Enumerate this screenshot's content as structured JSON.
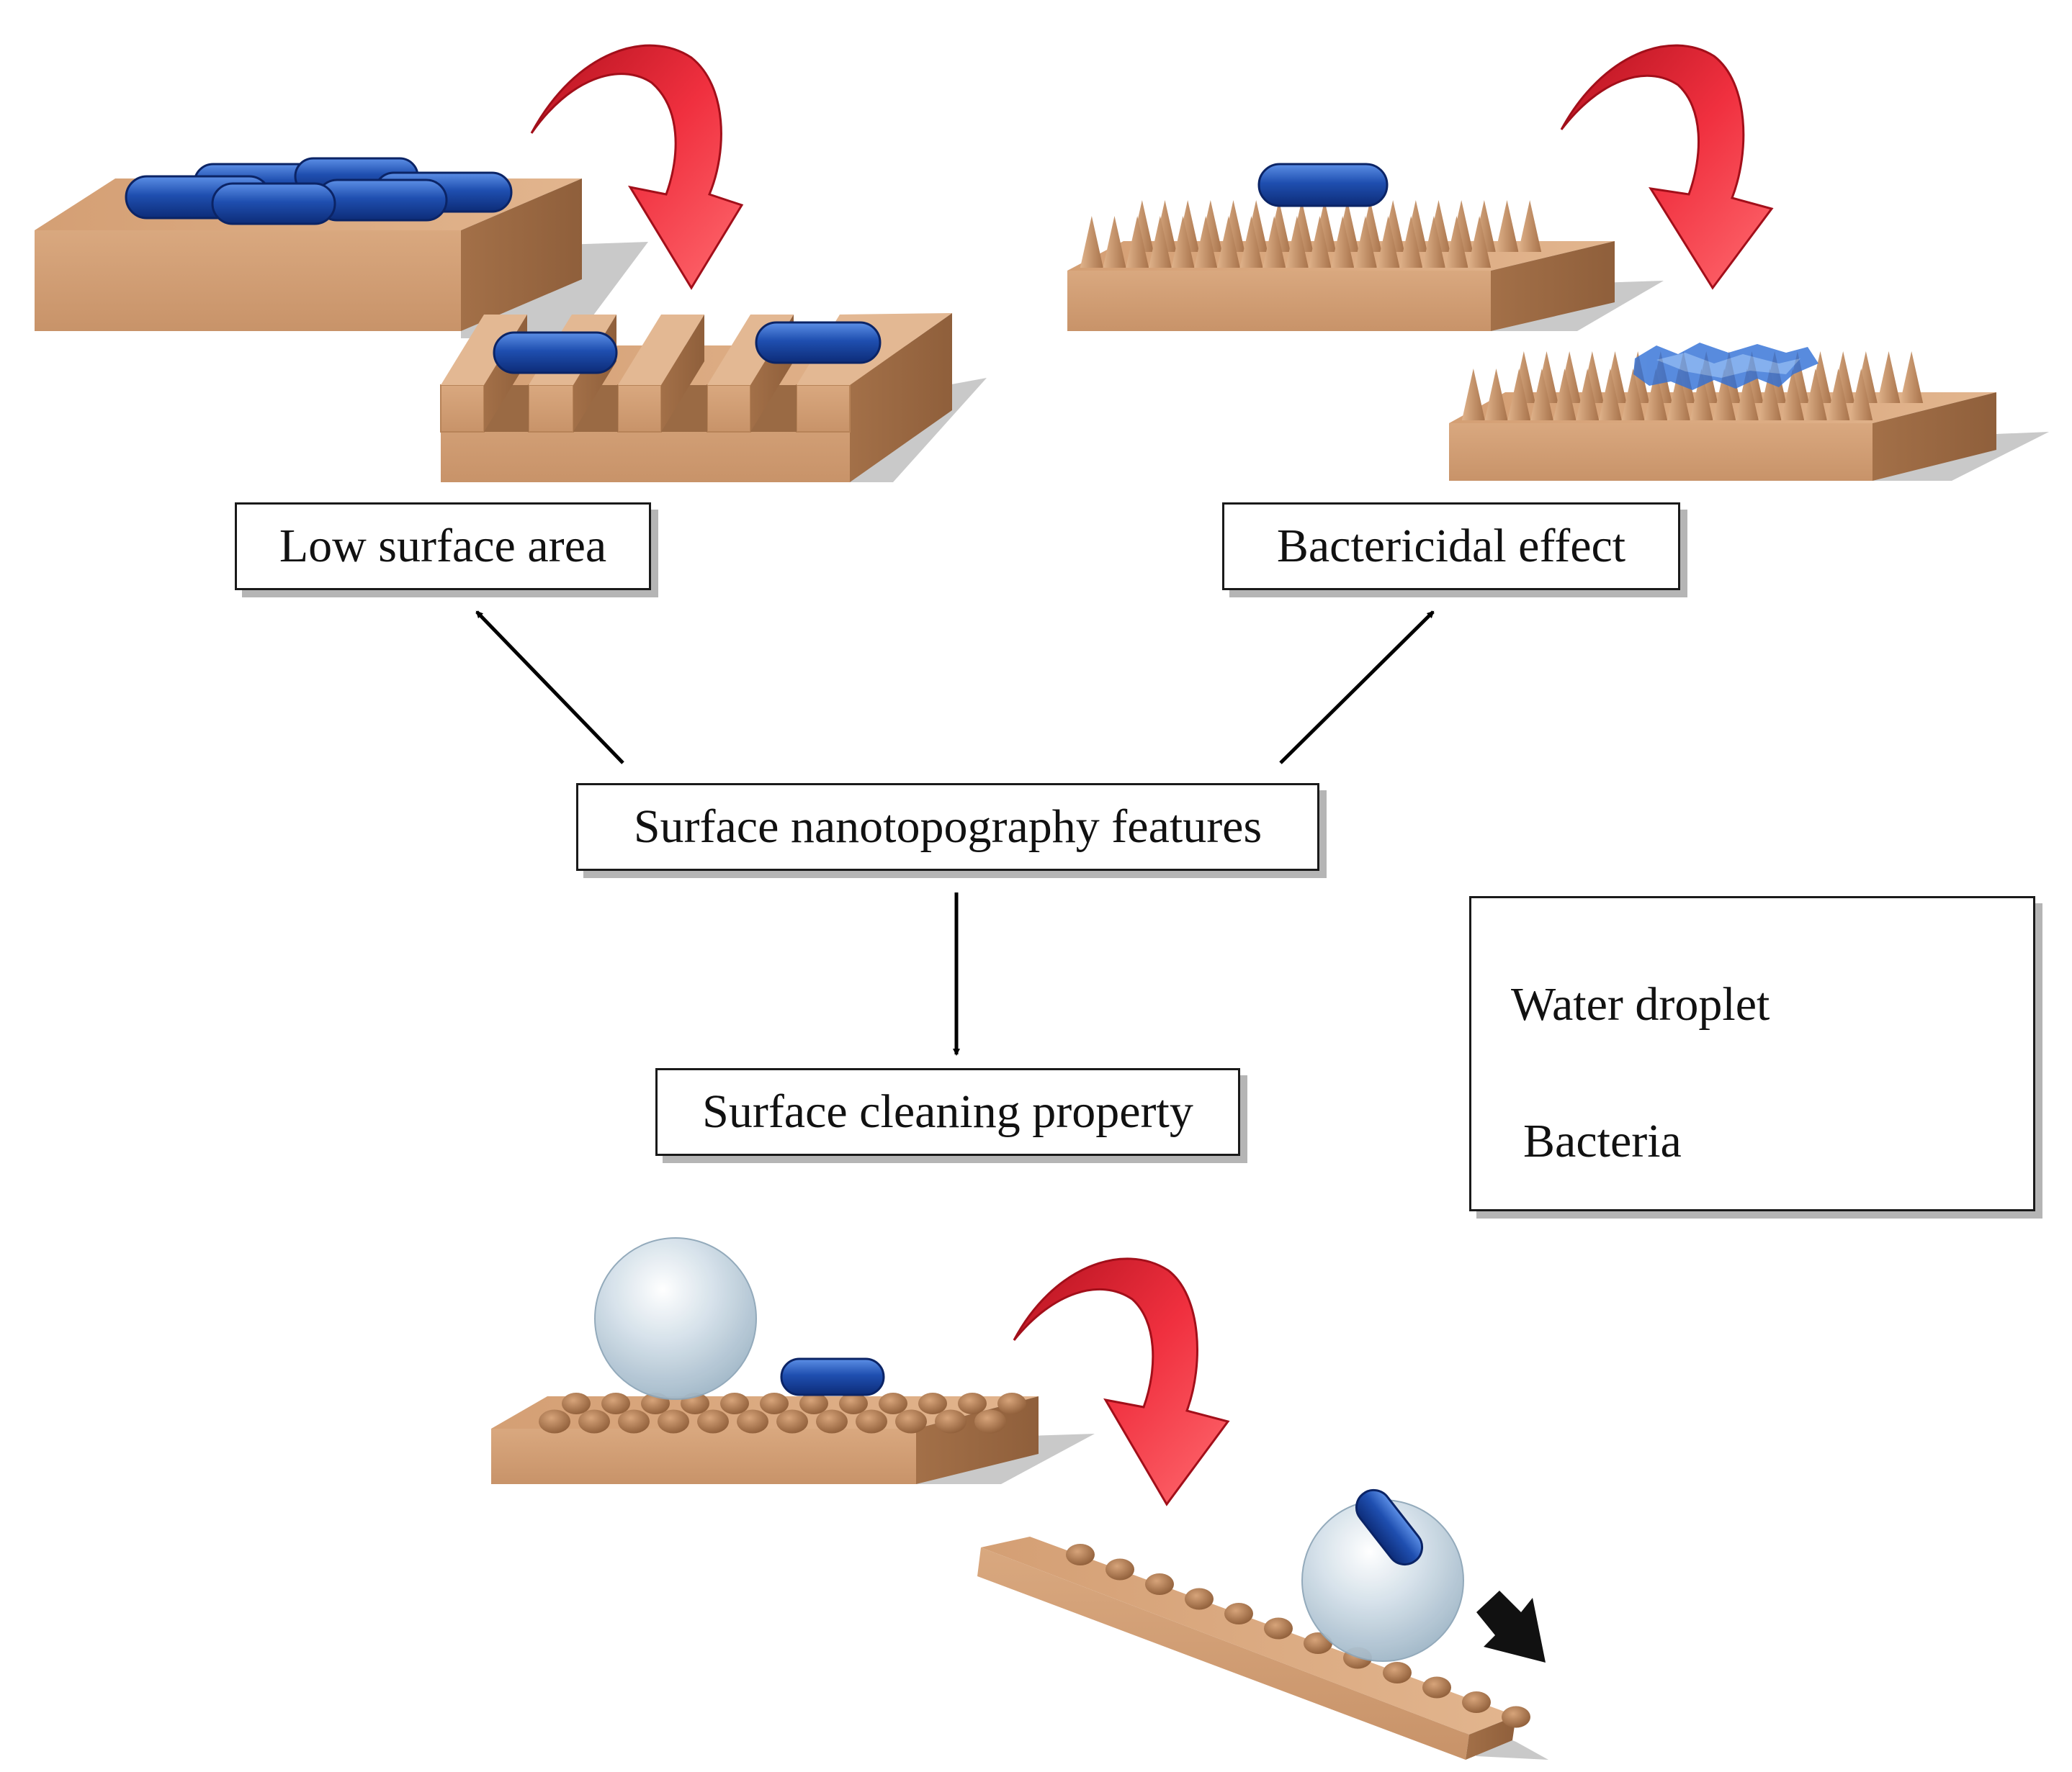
{
  "labels": {
    "low_surface_area": "Low surface area",
    "bactericidal_effect": "Bactericidal effect",
    "nanotopography": "Surface nanotopography features",
    "cleaning": "Surface cleaning property"
  },
  "legend": {
    "water_droplet": "Water droplet",
    "bacteria": "Bacteria"
  },
  "colors": {
    "substrate_top": "#d7a77e",
    "substrate_front": "#cf9a70",
    "substrate_side": "#a87650",
    "bacteria": "#1f4fb0",
    "curved_arrow": "#e8283a",
    "droplet": "#cfdde8",
    "shadow": "#bdbdbd"
  }
}
